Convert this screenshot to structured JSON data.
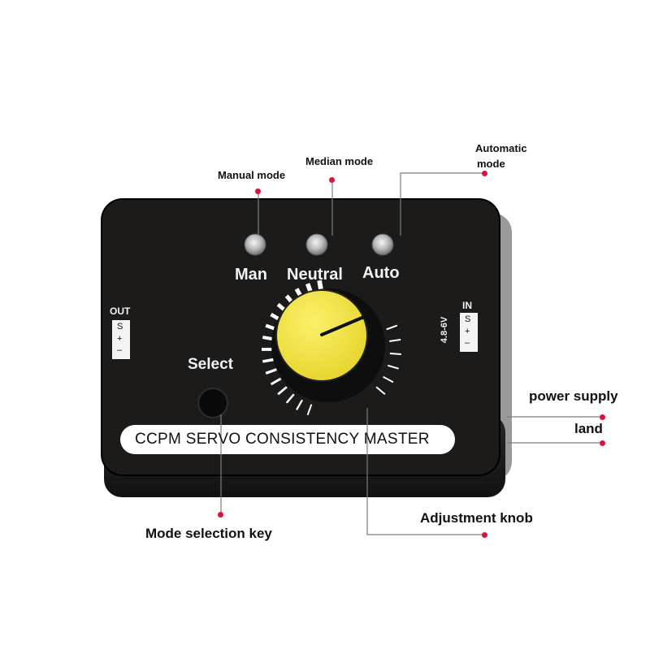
{
  "device": {
    "led_labels": [
      "Man",
      "Neutral",
      "Auto"
    ],
    "select_label": "Select",
    "out_label": "OUT",
    "out_pins": [
      "S",
      "+",
      "–"
    ],
    "in_label": "IN",
    "in_pins": [
      "S",
      "+",
      "–"
    ],
    "voltage_label": "4.8-6V",
    "banner": "CCPM SERVO CONSISTENCY MASTER",
    "knob_color": "#f5e642",
    "body_color": "#1c1b1a"
  },
  "annotations": {
    "manual_mode": "Manual mode",
    "median_mode": "Median mode",
    "automatic_mode_line1": "Automatic",
    "automatic_mode_line2": "mode",
    "power_supply": "power supply",
    "land": "land",
    "adjustment_knob": "Adjustment knob",
    "mode_selection_key": "Mode selection key",
    "dot_color": "#d9143c"
  }
}
